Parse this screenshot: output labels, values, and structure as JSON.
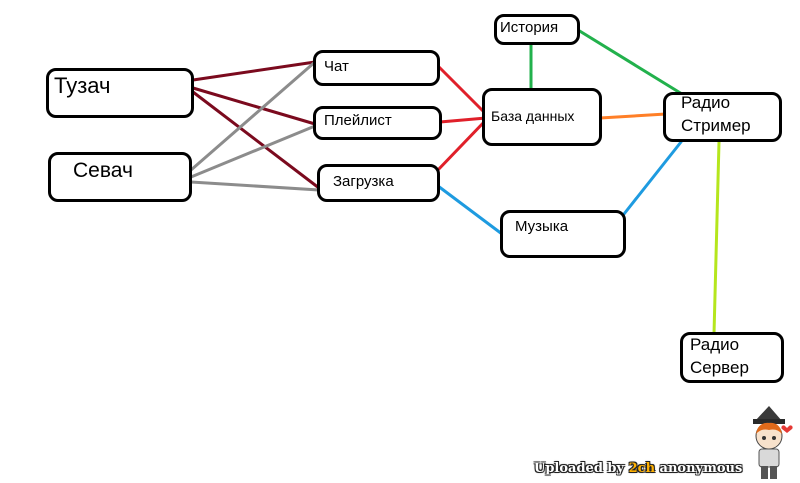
{
  "diagram": {
    "nodes": {
      "tuzach": {
        "label": "Тузач"
      },
      "sevach": {
        "label": "Севач"
      },
      "chat": {
        "label": "Чат"
      },
      "playlist": {
        "label": "Плейлист"
      },
      "upload": {
        "label": "Загрузка"
      },
      "history": {
        "label": "История"
      },
      "database": {
        "label": "База данных"
      },
      "music": {
        "label": "Музыка"
      },
      "streamer": {
        "label_line1": "Радио",
        "label_line2": "Стример"
      },
      "server": {
        "label_line1": "Радио",
        "label_line2": "Сервер"
      }
    },
    "edges": [
      {
        "from": "tuzach",
        "to": "chat",
        "color": "#7b0a1e"
      },
      {
        "from": "tuzach",
        "to": "playlist",
        "color": "#7b0a1e"
      },
      {
        "from": "tuzach",
        "to": "upload",
        "color": "#7b0a1e"
      },
      {
        "from": "sevach",
        "to": "chat",
        "color": "#8c8c8c"
      },
      {
        "from": "sevach",
        "to": "playlist",
        "color": "#8c8c8c"
      },
      {
        "from": "sevach",
        "to": "upload",
        "color": "#8c8c8c"
      },
      {
        "from": "chat",
        "to": "database",
        "color": "#e0202a"
      },
      {
        "from": "playlist",
        "to": "database",
        "color": "#e0202a"
      },
      {
        "from": "upload",
        "to": "database",
        "color": "#e0202a"
      },
      {
        "from": "history",
        "to": "database",
        "color": "#22b14c"
      },
      {
        "from": "history",
        "to": "streamer",
        "color": "#22b14c"
      },
      {
        "from": "database",
        "to": "streamer",
        "color": "#ff7f27"
      },
      {
        "from": "upload",
        "to": "music",
        "color": "#1e9be0"
      },
      {
        "from": "music",
        "to": "streamer",
        "color": "#1e9be0"
      },
      {
        "from": "streamer",
        "to": "server",
        "color": "#b5e61d"
      }
    ]
  },
  "watermark": {
    "prefix": "Uploaded by ",
    "brand": "2ch",
    "suffix": " anonymous"
  },
  "mascot": {
    "icon": "anime-mascot-icon"
  }
}
